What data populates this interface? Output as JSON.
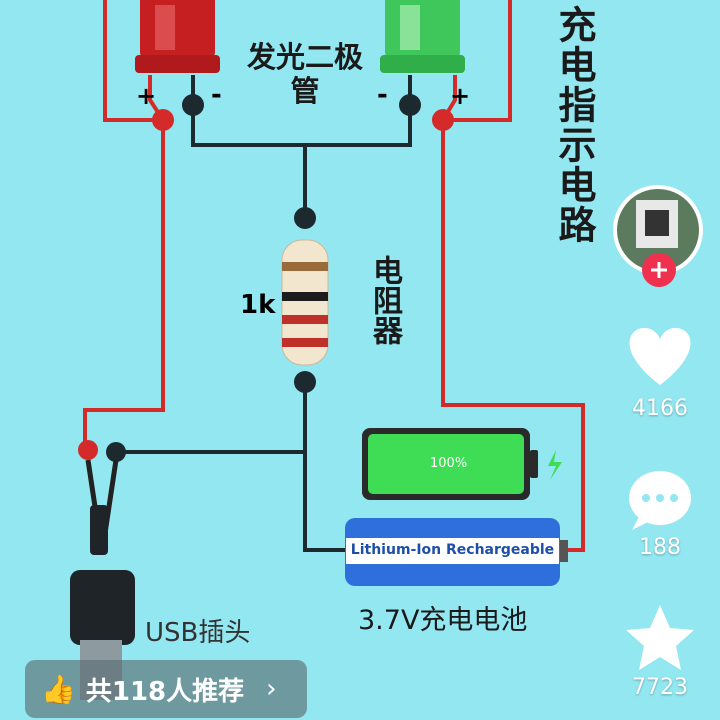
{
  "video": {
    "title": "充电指示电路",
    "led_label": "发光二极管",
    "led_plus": "+",
    "led_minus": "-",
    "resistor_value": "1k",
    "resistor_label": "电阻器",
    "battery_charge": "100%",
    "battery_sticker": "Lithium-Ion Rechargeable",
    "battery_label": "3.7V充电电池",
    "usb_label": "USB插头"
  },
  "sidebar": {
    "likes": "4166",
    "comments": "188",
    "favorites": "7723"
  },
  "recommend": {
    "label": "共118人推荐"
  },
  "colors": {
    "background": "#93e7f1",
    "wire_red": "#d42a2a",
    "wire_black": "#1c2a30",
    "follow": "#f0304f"
  }
}
